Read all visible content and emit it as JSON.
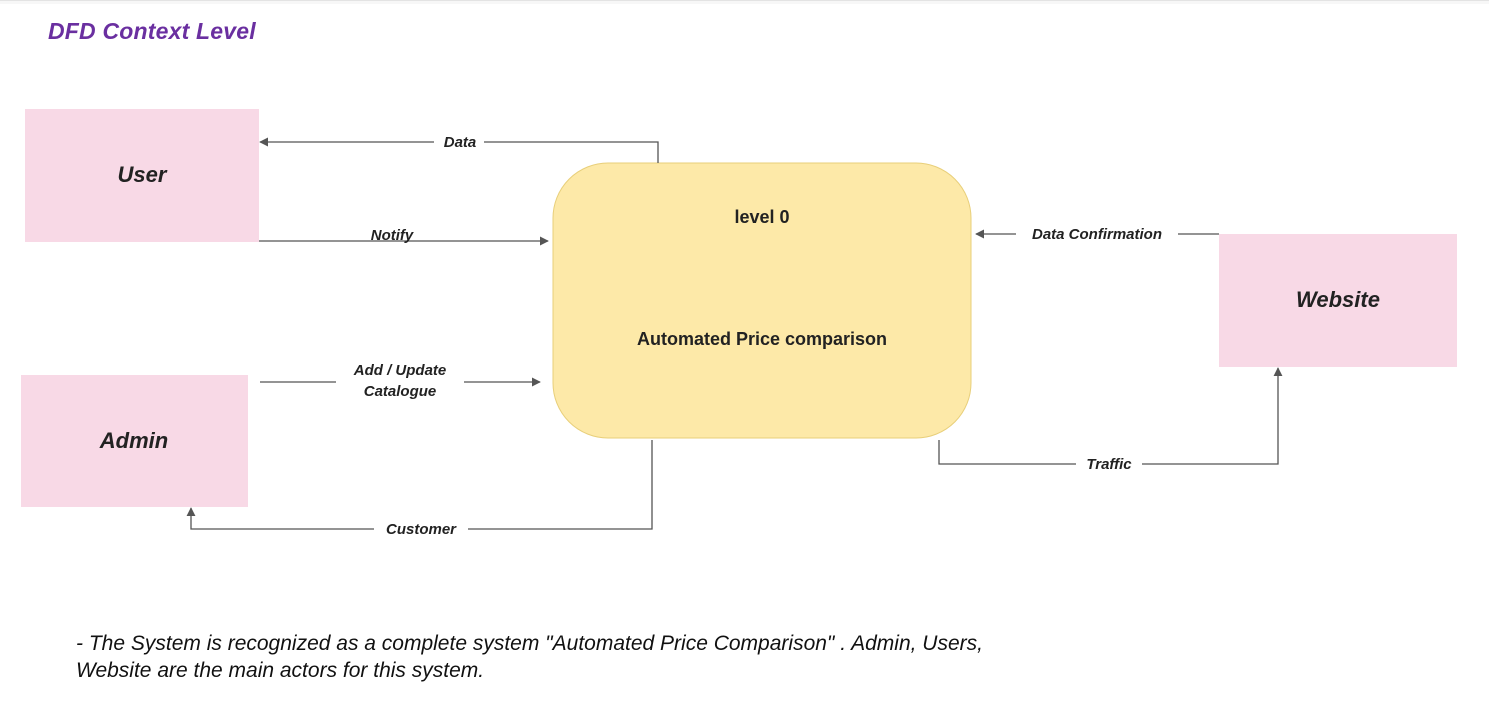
{
  "title": "DFD Context Level",
  "process": {
    "level": "level 0",
    "name": "Automated Price comparison"
  },
  "entities": {
    "user": "User",
    "admin": "Admin",
    "website": "Website"
  },
  "flows": {
    "data": "Data",
    "notify": "Notify",
    "add_update_line1": "Add / Update",
    "add_update_line2": "Catalogue",
    "customer": "Customer",
    "data_confirmation": "Data Confirmation",
    "traffic": "Traffic"
  },
  "note": {
    "line1": "- The System is recognized as a complete system \"Automated Price Comparison\" . Admin, Users,",
    "line2": "Website are the main actors for this system."
  },
  "colors": {
    "entity_fill": "#f8d9e6",
    "process_fill": "#fde9a8",
    "process_stroke": "#e8cf7a",
    "line": "#555555",
    "title": "#6a2fa0"
  }
}
